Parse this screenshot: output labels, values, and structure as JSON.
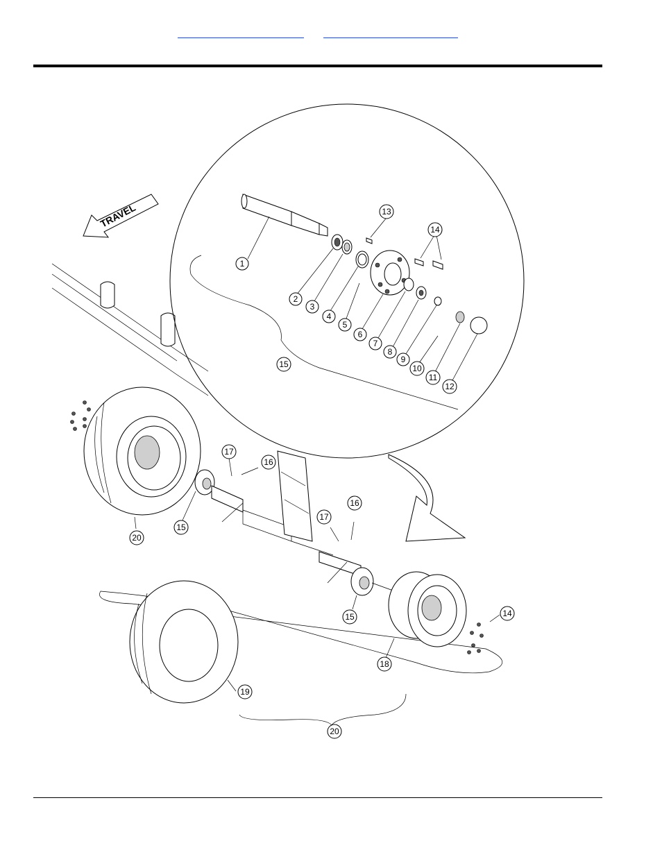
{
  "header": {
    "links": [
      {
        "label": ""
      },
      {
        "label": ""
      }
    ]
  },
  "drawing": {
    "travel_label": "TRAVEL",
    "callouts": [
      "1",
      "2",
      "3",
      "4",
      "5",
      "6",
      "7",
      "8",
      "9",
      "10",
      "11",
      "12",
      "13",
      "14",
      "15",
      "16",
      "17",
      "18",
      "19",
      "20"
    ]
  }
}
